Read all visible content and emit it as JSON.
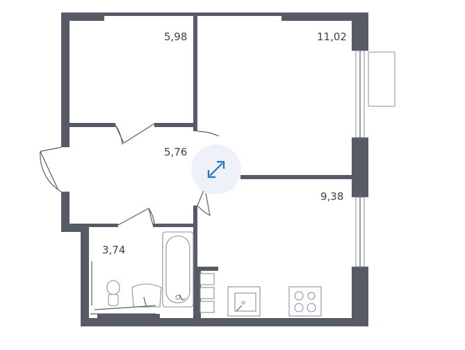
{
  "rooms": [
    {
      "id": "room-top-left",
      "area": "5,98"
    },
    {
      "id": "room-top-right",
      "area": "11,02"
    },
    {
      "id": "hallway",
      "area": "5,76"
    },
    {
      "id": "bathroom",
      "area": "3,74"
    },
    {
      "id": "kitchen",
      "area": "9,38"
    }
  ],
  "colors": {
    "wall": "#575b66",
    "accent": "#1e73d2",
    "badge": "#eef2f8"
  },
  "icons": {
    "resize": "resize-diagonal-icon"
  }
}
